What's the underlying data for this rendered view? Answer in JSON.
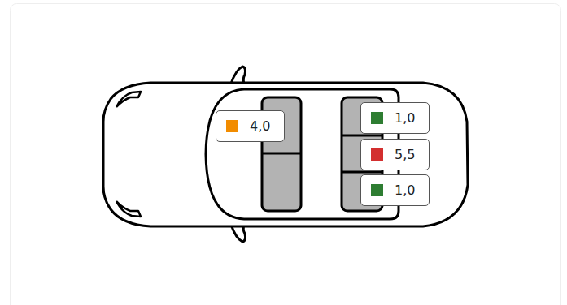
{
  "diagram": {
    "nodes": [
      {
        "text": [
          "4,0"
        ]
      },
      {
        "text": [
          "1,0"
        ]
      },
      {
        "text": [
          "5,5"
        ]
      },
      {
        "text": [
          "1,0"
        ]
      }
    ]
  }
}
